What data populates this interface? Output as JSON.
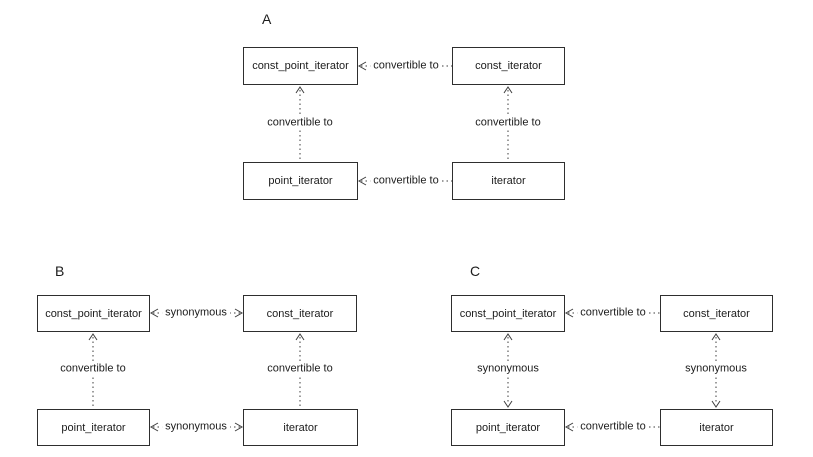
{
  "colors": {
    "background": "#ffffff",
    "box_border": "#2e2e2e",
    "line": "#3d3d3d",
    "text": "#1c1c1c"
  },
  "diagrams": [
    {
      "label": "A",
      "nodes": {
        "top_left": "const_point_iterator",
        "top_right": "const_iterator",
        "bottom_left": "point_iterator",
        "bottom_right": "iterator"
      },
      "edges": {
        "top": {
          "label": "convertible to",
          "heads": "left"
        },
        "bottom": {
          "label": "convertible to",
          "heads": "left"
        },
        "left": {
          "label": "convertible to",
          "heads": "up"
        },
        "right": {
          "label": "convertible to",
          "heads": "up"
        }
      }
    },
    {
      "label": "B",
      "nodes": {
        "top_left": "const_point_iterator",
        "top_right": "const_iterator",
        "bottom_left": "point_iterator",
        "bottom_right": "iterator"
      },
      "edges": {
        "top": {
          "label": "synonymous",
          "heads": "both"
        },
        "bottom": {
          "label": "synonymous",
          "heads": "both"
        },
        "left": {
          "label": "convertible to",
          "heads": "up"
        },
        "right": {
          "label": "convertible to",
          "heads": "up"
        }
      }
    },
    {
      "label": "C",
      "nodes": {
        "top_left": "const_point_iterator",
        "top_right": "const_iterator",
        "bottom_left": "point_iterator",
        "bottom_right": "iterator"
      },
      "edges": {
        "top": {
          "label": "convertible to",
          "heads": "left"
        },
        "bottom": {
          "label": "convertible to",
          "heads": "left"
        },
        "left": {
          "label": "synonymous",
          "heads": "both"
        },
        "right": {
          "label": "synonymous",
          "heads": "both"
        }
      }
    }
  ]
}
